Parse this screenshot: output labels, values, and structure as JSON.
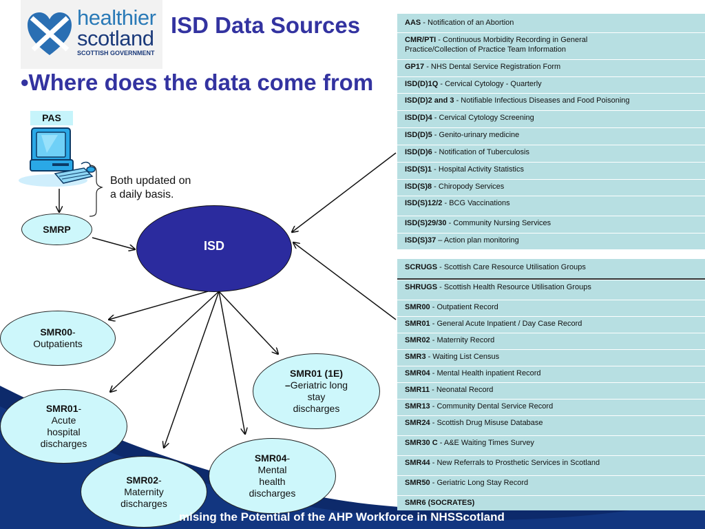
{
  "logo": {
    "word1": "healthier",
    "word2": "scotland",
    "gov": "SCOTTISH GOVERNMENT"
  },
  "page_title": "ISD Data Sources",
  "bullet_heading": "•Where does the data come from",
  "pas_label": "PAS",
  "brace_text": "Both updated on a daily basis.",
  "nodes": {
    "smrp": {
      "line1": "SMRP"
    },
    "isd": {
      "line1": "ISD"
    },
    "smr00": {
      "bold": "SMR00",
      "rest": "-",
      "line2": "Outpatients"
    },
    "smr01": {
      "bold": "SMR01",
      "rest": "-",
      "line2": "Acute",
      "line3": "hospital",
      "line4": "discharges"
    },
    "smr02": {
      "bold": "SMR02",
      "rest": "-",
      "line2": "Maternity",
      "line3": "discharges"
    },
    "smr04": {
      "bold": "SMR04",
      "rest": "-",
      "line2": "Mental",
      "line3": "health",
      "line4": "discharges"
    },
    "smr01e": {
      "bold": "SMR01 (1E)",
      "bold2": "–",
      "rest2": "Geriatric long",
      "line3": "stay",
      "line4": "discharges"
    }
  },
  "table_top": [
    {
      "code": "AAS",
      "sep": " - ",
      "desc": "Notification of an Abortion"
    },
    {
      "code": "CMR/PTI",
      "sep": " - ",
      "desc": "Continuous Morbidity Recording in General Practice/Collection of Practice Team Information"
    },
    {
      "code": "GP17",
      "sep": " - ",
      "desc": "NHS Dental Service Registration Form"
    },
    {
      "code": "ISD(D)1Q",
      "sep": " - ",
      "desc": "Cervical Cytology - Quarterly"
    },
    {
      "code": "ISD(D)2 and 3",
      "sep": " - ",
      "desc": "Notifiable Infectious Diseases and Food Poisoning"
    },
    {
      "code": "ISD(D)4",
      "sep": " - ",
      "desc": "Cervical Cytology Screening"
    },
    {
      "code": "ISD(D)5",
      "sep": " - ",
      "desc": "Genito-urinary medicine"
    },
    {
      "code": "ISD(D)6",
      "sep": " - ",
      "desc": "Notification of Tuberculosis"
    },
    {
      "code": "ISD(S)1",
      "sep": " - ",
      "desc": "Hospital Activity Statistics"
    },
    {
      "code": "ISD(S)8",
      "sep": " - ",
      "desc": "Chiropody Services"
    },
    {
      "code": "ISD(S)12/2",
      "sep": " - ",
      "desc": "BCG Vaccinations"
    },
    {
      "code": "ISD(S)29/30",
      "sep": " - ",
      "desc": "Community Nursing Services"
    },
    {
      "code": "ISD(S)37",
      "sep": " – ",
      "desc": "Action plan monitoring"
    }
  ],
  "table_bottom": [
    {
      "code": "SCRUGS",
      "sep": " - ",
      "desc": "Scottish Care Resource Utilisation Groups"
    },
    {
      "code": "SHRUGS",
      "sep": " - ",
      "desc": "Scottish Health Resource Utilisation Groups"
    },
    {
      "code": "SMR00",
      "sep": " - ",
      "desc": "Outpatient Record"
    },
    {
      "code": "SMR01",
      "sep": " - ",
      "desc": "General Acute Inpatient / Day Case Record"
    },
    {
      "code": "SMR02",
      "sep": " - ",
      "desc": "Maternity Record"
    },
    {
      "code": "SMR3",
      "sep": " - ",
      "desc": "Waiting List Census"
    },
    {
      "code": "SMR04",
      "sep": " - ",
      "desc": "Mental Health inpatient Record"
    },
    {
      "code": "SMR11",
      "sep": " - ",
      "desc": "Neonatal Record"
    },
    {
      "code": "SMR13",
      "sep": " - ",
      "desc": "Community Dental Service Record"
    },
    {
      "code": "SMR24",
      "sep": " - ",
      "desc": "Scottish Drug Misuse Database"
    },
    {
      "code": "SMR30 C",
      "sep": " - ",
      "desc": "A&E Waiting Times Survey"
    },
    {
      "code": "SMR44",
      "sep": " - ",
      "desc": "New Referrals to Prosthetic Services in Scotland"
    },
    {
      "code": "SMR50",
      "sep": " - ",
      "desc": "Geriatric Long Stay Record"
    },
    {
      "code": "SMR6 (SOCRATES)",
      "sep": "",
      "desc": ""
    }
  ],
  "footer": "mising the Potential of the AHP Workforce in NHSScotland",
  "colors": {
    "title": "#3333a0",
    "isd_fill": "#2b2b9e",
    "node_fill": "#cdf7fb",
    "table_fill": "#b7dfe2",
    "swoosh": "#0d2a6b"
  }
}
